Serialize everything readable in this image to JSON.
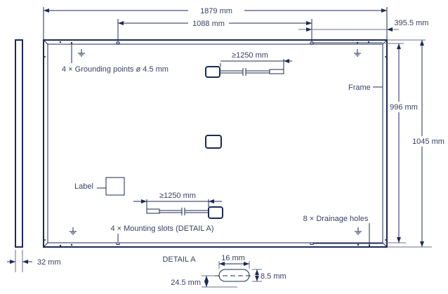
{
  "colors": {
    "line": "#1c2a55",
    "text": "#3a4060"
  },
  "dimensions": {
    "overall_length": "1879 mm",
    "slot_spacing_length": "1088 mm",
    "slot_offset": "395.5 mm",
    "slot_spacing_width": "996 mm",
    "overall_width": "1045 mm",
    "thickness": "32 mm",
    "cable_top": "≥1250 mm",
    "cable_bottom": "≥1250 mm"
  },
  "labels": {
    "grounding": "4 × Grounding points ø 4.5 mm",
    "frame": "Frame",
    "label": "Label",
    "mounting": "4 × Mounting slots (DETAIL A)",
    "drainage": "8 × Drainage holes"
  },
  "detail": {
    "title": "DETAIL A",
    "slot_length": "16 mm",
    "slot_width": "8.5 mm",
    "slot_position": "24.5 mm"
  }
}
